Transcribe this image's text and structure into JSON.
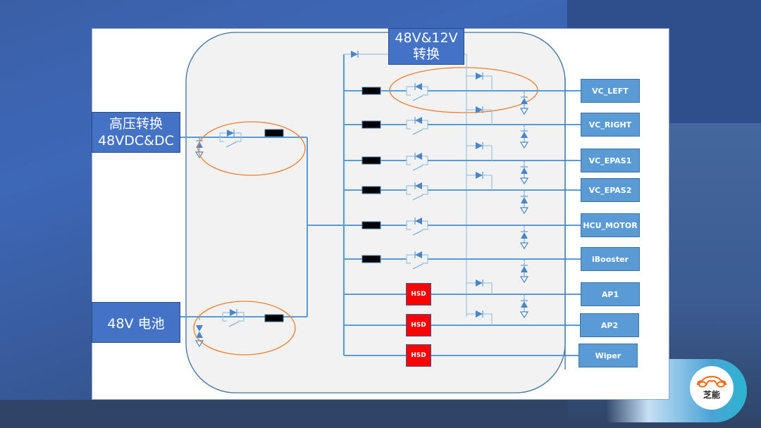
{
  "diagram": {
    "sources": {
      "hv_converter": {
        "line1": "高压转换",
        "line2": "48VDC&DC"
      },
      "battery": {
        "label": "48V 电池"
      },
      "dcdc_converter": {
        "line1": "48V&12V",
        "line2": "转换"
      }
    },
    "hsd_label": "HSD",
    "loads": [
      {
        "label": "VC_LEFT",
        "switch": "relay"
      },
      {
        "label": "VC_RIGHT",
        "switch": "relay"
      },
      {
        "label": "VC_EPAS1",
        "switch": "relay"
      },
      {
        "label": "VC_EPAS2",
        "switch": "relay"
      },
      {
        "label": "HCU_MOTOR",
        "switch": "relay"
      },
      {
        "label": "iBooster",
        "switch": "relay"
      },
      {
        "label": "AP1",
        "switch": "HSD"
      },
      {
        "label": "AP2",
        "switch": "HSD"
      },
      {
        "label": "Wiper",
        "switch": "HSD"
      }
    ],
    "colors": {
      "wire": "#5b9bd5",
      "highlight_ellipse": "#ed7d31",
      "enclosure_fill": "#f2f2f2",
      "enclosure_stroke": "#41719c",
      "fuse": "#000000",
      "hsd": "#ff0000"
    }
  },
  "logo": {
    "text": "芝能"
  }
}
